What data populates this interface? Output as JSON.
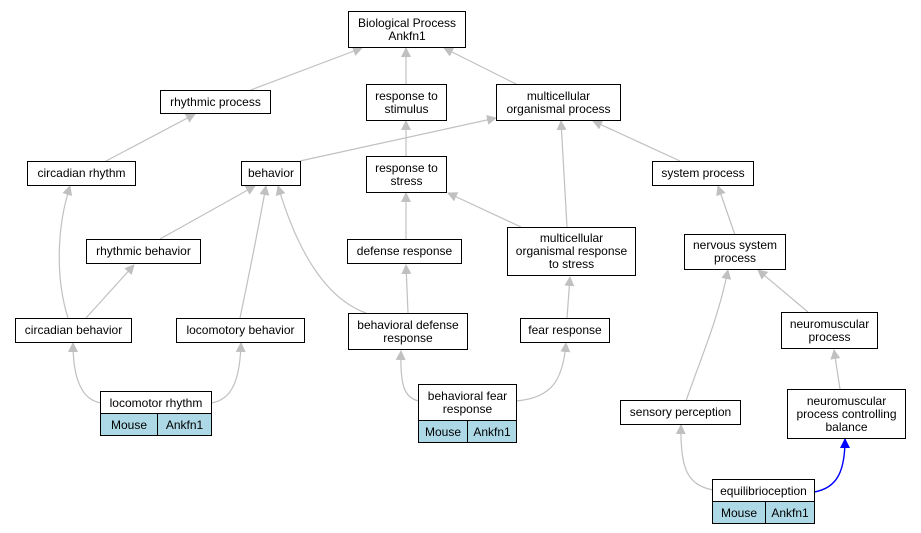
{
  "colors": {
    "edge": "#c0c0c0",
    "highlight_edge": "#0000ff",
    "tag_fill": "#add8e6",
    "border": "#000000"
  },
  "terms": {
    "root": "Biological Process\nAnkfn1",
    "rhythmic_process": "rhythmic process",
    "response_to_stimulus": "response to\nstimulus",
    "multicellular_organismal_process": "multicellular\norganismal process",
    "circadian_rhythm": "circadian rhythm",
    "behavior": "behavior",
    "response_to_stress": "response to\nstress",
    "system_process": "system process",
    "rhythmic_behavior": "rhythmic behavior",
    "defense_response": "defense response",
    "multicellular_organismal_response_to_stress": "multicellular\norganismal response\nto stress",
    "nervous_system_process": "nervous system\nprocess",
    "circadian_behavior": "circadian behavior",
    "locomotory_behavior": "locomotory behavior",
    "behavioral_defense_response": "behavioral defense\nresponse",
    "fear_response": "fear response",
    "neuromuscular_process": "neuromuscular\nprocess",
    "sensory_perception": "sensory perception",
    "neuromuscular_process_controlling_balance": "neuromuscular\nprocess controlling\nbalance"
  },
  "annotated_terms": {
    "locomotor_rhythm": {
      "label": "locomotor rhythm",
      "species": "Mouse",
      "gene": "Ankfn1"
    },
    "behavioral_fear_response": {
      "label": "behavioral fear\nresponse",
      "species": "Mouse",
      "gene": "Ankfn1"
    },
    "equilibrioception": {
      "label": "equilibrioception",
      "species": "Mouse",
      "gene": "Ankfn1"
    }
  }
}
